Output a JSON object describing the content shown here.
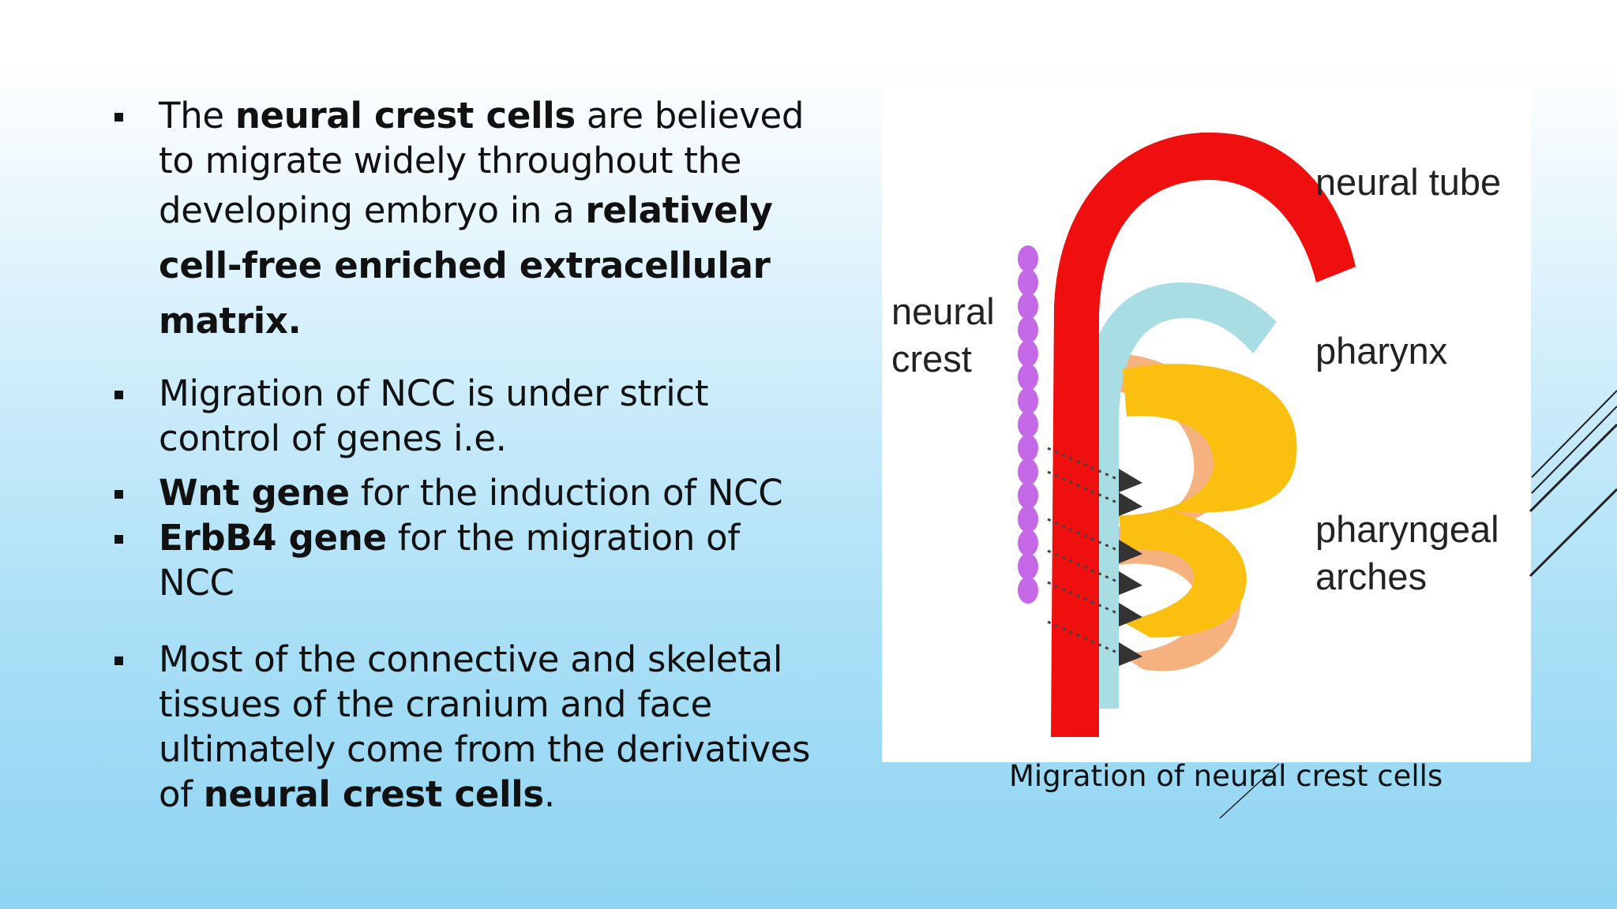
{
  "bullets": [
    {
      "segments": [
        {
          "t": "The ",
          "b": false
        },
        {
          "t": "neural crest cells",
          "b": true
        },
        {
          "t": " are believed to migrate widely throughout the developing embryo in a ",
          "b": false
        },
        {
          "t": "relatively cell-free enriched extracellular matrix.",
          "b": true
        }
      ]
    },
    {
      "segments": [
        {
          "t": "Migration of NCC is under strict control of genes i.e.",
          "b": false
        }
      ]
    },
    {
      "segments": [
        {
          "t": "Wnt gene",
          "b": true
        },
        {
          "t": " for the induction of NCC",
          "b": false
        }
      ]
    },
    {
      "segments": [
        {
          "t": "ErbB4 gene",
          "b": true
        },
        {
          "t": " for the migration of NCC",
          "b": false
        }
      ]
    },
    {
      "segments": [
        {
          "t": "Most of the connective and skeletal tissues of the cranium and face ultimately come from the derivatives of ",
          "b": false
        },
        {
          "t": "neural crest cells",
          "b": true
        },
        {
          "t": ".",
          "b": false
        }
      ]
    }
  ],
  "figure": {
    "labels": {
      "neural_tube": "neural tube",
      "neural_crest_1": "neural",
      "neural_crest_2": "crest",
      "pharynx": "pharynx",
      "pharyngeal_1": "pharyngeal",
      "pharyngeal_2": "arches"
    },
    "colors": {
      "neural_tube": "#ef0f0f",
      "pharynx": "#a8dde3",
      "arches": "#fbbf0f",
      "arches_shadow": "#f6b27e",
      "neural_crest": "#c468e8"
    },
    "caption": "Migration of neural crest cells"
  }
}
